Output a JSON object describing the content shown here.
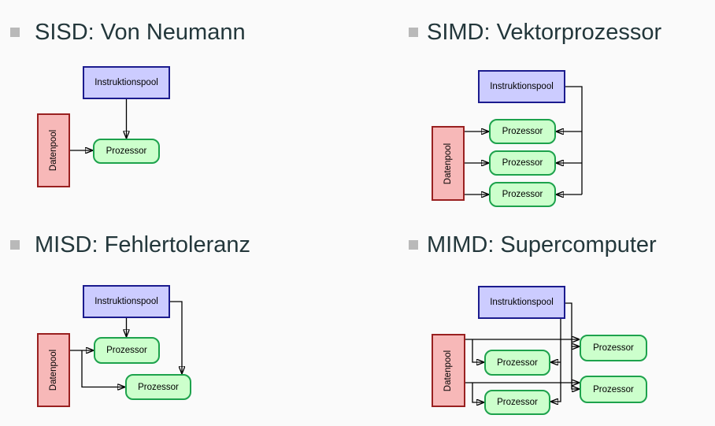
{
  "palette": {
    "background": "#fafafa",
    "heading": "#23373b",
    "bullet": "#b9b9b9",
    "instruction-fill": "#ccccff",
    "instruction-border": "#1b1b8e",
    "data-fill": "#f7b8b8",
    "data-border": "#992020",
    "processor-fill": "#ccffcc",
    "processor-border": "#1da24c",
    "wire": "#000000"
  },
  "quadrants": [
    {
      "id": "sisd",
      "heading": "SISD: Von Neumann",
      "instruction_pool": "Instruktionspool",
      "data_pool": "Datenpool",
      "processors": [
        "Prozessor"
      ]
    },
    {
      "id": "simd",
      "heading": "SIMD: Vektorprozessor",
      "instruction_pool": "Instruktionspool",
      "data_pool": "Datenpool",
      "processors": [
        "Prozessor",
        "Prozessor",
        "Prozessor"
      ]
    },
    {
      "id": "misd",
      "heading": "MISD: Fehlertoleranz",
      "instruction_pool": "Instruktionspool",
      "data_pool": "Datenpool",
      "processors": [
        "Prozessor",
        "Prozessor"
      ]
    },
    {
      "id": "mimd",
      "heading": "MIMD: Supercomputer",
      "instruction_pool": "Instruktionspool",
      "data_pool": "Datenpool",
      "processors": [
        "Prozessor",
        "Prozessor",
        "Prozessor",
        "Prozessor"
      ]
    }
  ]
}
